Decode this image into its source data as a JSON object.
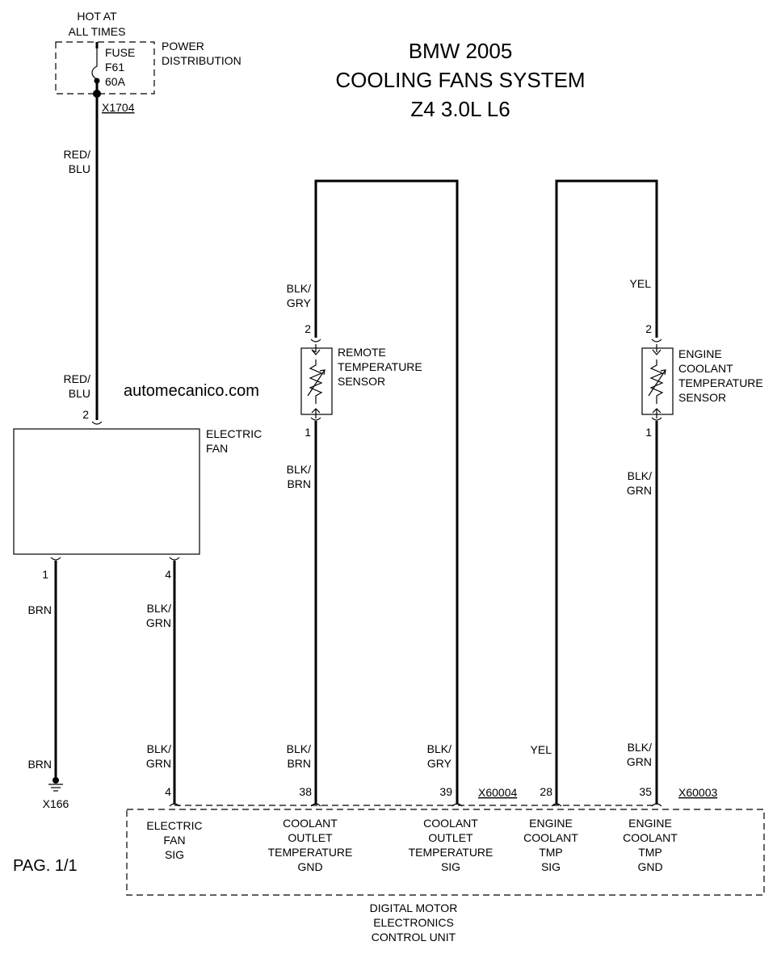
{
  "title": {
    "line1": "BMW 2005",
    "line2": "COOLING FANS SYSTEM",
    "line3": "Z4 3.0L L6"
  },
  "watermark": "automecanico.com",
  "page_number": "PAG. 1/1",
  "power": {
    "hot_line1": "HOT AT",
    "hot_line2": "ALL TIMES",
    "box_line1": "POWER",
    "box_line2": "DISTRIBUTION",
    "fuse_line1": "FUSE",
    "fuse_line2": "F61",
    "fuse_line3": "60A",
    "connector": "X1704"
  },
  "electric_fan": {
    "name_line1": "ELECTRIC",
    "name_line2": "FAN",
    "pin_top": "2",
    "pin_left": "1",
    "pin_right": "4"
  },
  "remote_sensor": {
    "line1": "REMOTE",
    "line2": "TEMPERATURE",
    "line3": "SENSOR",
    "pin_top": "2",
    "pin_bottom": "1"
  },
  "engine_sensor": {
    "line1": "ENGINE",
    "line2": "COOLANT",
    "line3": "TEMPERATURE",
    "line4": "SENSOR",
    "pin_top": "2",
    "pin_bottom": "1"
  },
  "wire_colors": {
    "fuse_feed": [
      "RED/",
      "BLU"
    ],
    "fan_feed": [
      "RED/",
      "BLU"
    ],
    "ground_upper": "BRN",
    "ground_lower": "BRN",
    "fan_sig_upper": [
      "BLK/",
      "GRN"
    ],
    "fan_sig_lower": [
      "BLK/",
      "GRN"
    ],
    "remote_top": [
      "BLK/",
      "GRY"
    ],
    "remote_mid": [
      "BLK/",
      "BRN"
    ],
    "remote_low": [
      "BLK/",
      "BRN"
    ],
    "remote_return": [
      "BLK/",
      "GRY"
    ],
    "engine_return": "YEL",
    "engine_top": "YEL",
    "engine_mid": [
      "BLK/",
      "GRN"
    ],
    "engine_low": [
      "BLK/",
      "GRN"
    ]
  },
  "ground": {
    "id": "X166"
  },
  "ecu": {
    "name_line1": "DIGITAL MOTOR",
    "name_line2": "ELECTRONICS",
    "name_line3": "CONTROL UNIT",
    "connector_a": "X60004",
    "connector_b": "X60003",
    "pins": [
      {
        "num": "4",
        "line1": "ELECTRIC",
        "line2": "FAN",
        "line3": "SIG",
        "line4": ""
      },
      {
        "num": "38",
        "line1": "COOLANT",
        "line2": "OUTLET",
        "line3": "TEMPERATURE",
        "line4": "GND"
      },
      {
        "num": "39",
        "line1": "COOLANT",
        "line2": "OUTLET",
        "line3": "TEMPERATURE",
        "line4": "SIG"
      },
      {
        "num": "28",
        "line1": "ENGINE",
        "line2": "COOLANT",
        "line3": "TMP",
        "line4": "SIG"
      },
      {
        "num": "35",
        "line1": "ENGINE",
        "line2": "COOLANT",
        "line3": "TMP",
        "line4": "GND"
      }
    ]
  }
}
